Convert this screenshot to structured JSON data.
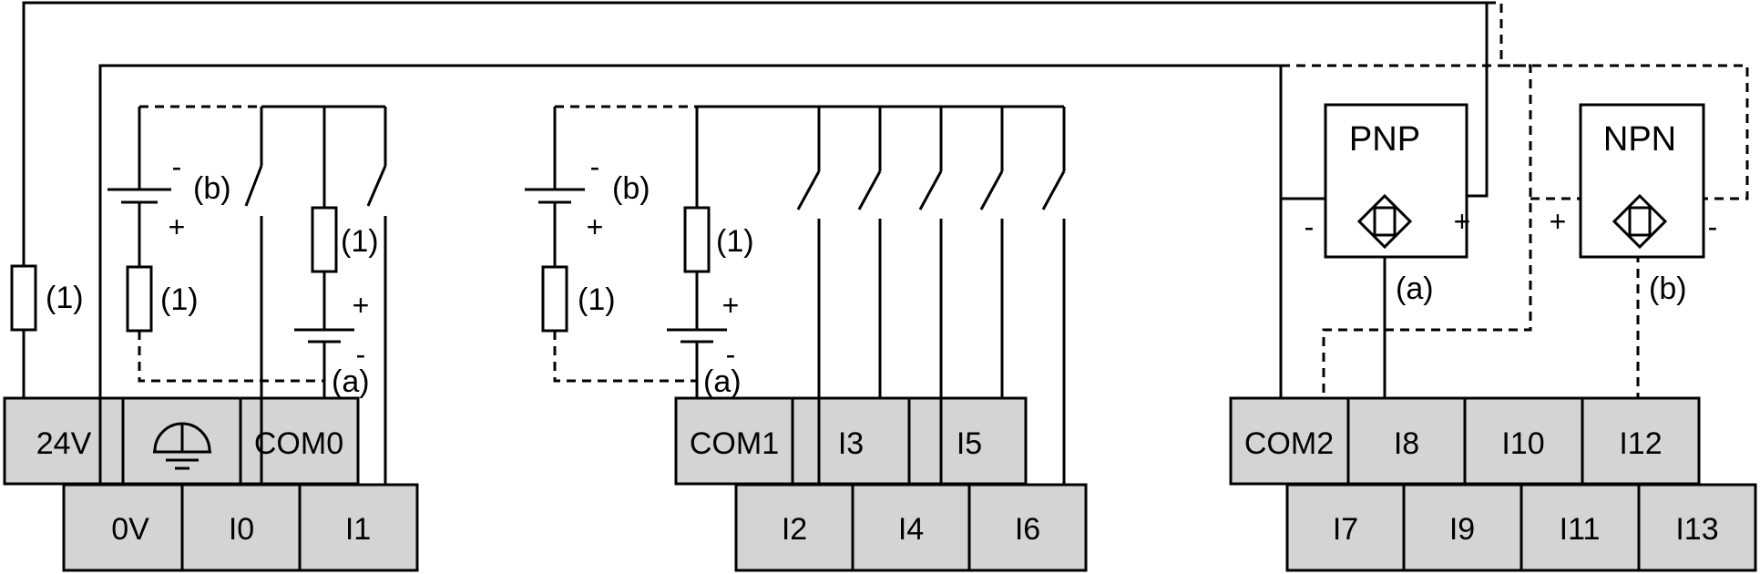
{
  "terminals": {
    "g1_top": [
      "24V",
      "",
      "COM0"
    ],
    "g1_bottom": [
      "0V",
      "I0",
      "I1"
    ],
    "g2_top": [
      "COM1",
      "I3",
      "I5"
    ],
    "g2_bottom": [
      "I2",
      "I4",
      "I6"
    ],
    "g3_top": [
      "COM2",
      "I8",
      "I10",
      "I12"
    ],
    "g3_bottom": [
      "I7",
      "I9",
      "I11",
      "I13"
    ]
  },
  "sensors": {
    "pnp": {
      "label": "PNP",
      "minus": "-",
      "plus": "+",
      "note": "(a)"
    },
    "npn": {
      "label": "NPN",
      "minus": "-",
      "plus": "+",
      "note": "(b)"
    }
  },
  "notes": {
    "fuse": "(1)",
    "a": "(a)",
    "b": "(b)",
    "plus": "+",
    "minus": "-"
  },
  "icons": {
    "ground": "ground-icon",
    "sensor": "proximity-sensor-icon"
  }
}
